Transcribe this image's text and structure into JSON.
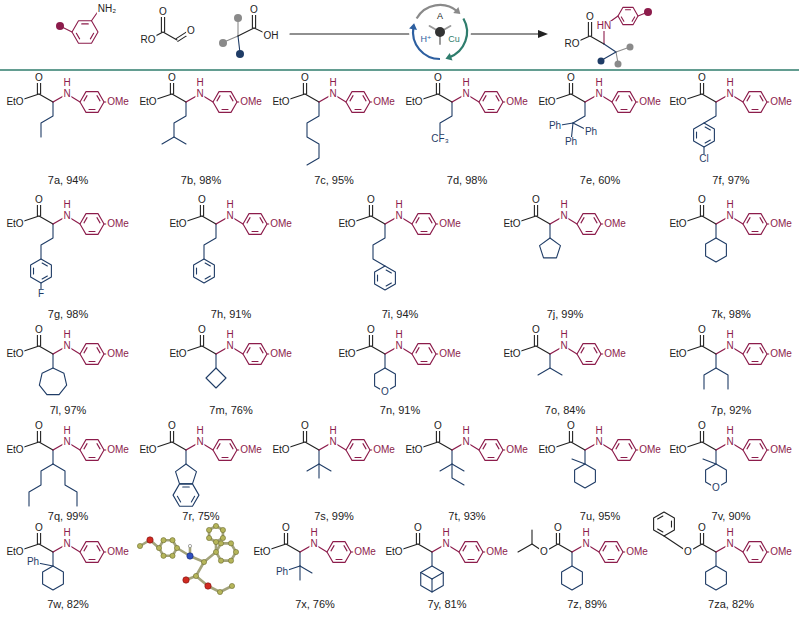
{
  "diagram": {
    "labels": [
      "NH₂",
      "RO",
      "O",
      "O",
      "O",
      "OH",
      "A",
      "H⁺",
      "Cu",
      "RO",
      "O",
      "HN",
      "O",
      "EtO",
      "H",
      "N",
      "OMe",
      "7a, 94%",
      "O",
      "EtO",
      "H",
      "N",
      "OMe",
      "7b, 98%",
      "O",
      "EtO",
      "H",
      "N",
      "OMe",
      "7c, 95%",
      "O",
      "EtO",
      "H",
      "N",
      "OMe",
      "CF₃",
      "7d, 98%",
      "O",
      "EtO",
      "H",
      "N",
      "OMe",
      "Ph",
      "Ph",
      "Ph",
      "7e, 60%",
      "O",
      "EtO",
      "H",
      "N",
      "OMe",
      "Cl",
      "7f, 97%",
      "O",
      "EtO",
      "H",
      "N",
      "OMe",
      "F",
      "7g, 98%",
      "O",
      "EtO",
      "H",
      "N",
      "OMe",
      "7h, 91%",
      "O",
      "EtO",
      "H",
      "N",
      "OMe",
      "7i, 94%",
      "O",
      "EtO",
      "H",
      "N",
      "OMe",
      "7j, 99%",
      "O",
      "EtO",
      "H",
      "N",
      "OMe",
      "7k, 98%",
      "O",
      "EtO",
      "H",
      "N",
      "OMe",
      "7l, 97%",
      "O",
      "EtO",
      "H",
      "N",
      "OMe",
      "7m, 76%",
      "O",
      "EtO",
      "H",
      "N",
      "OMe",
      "O",
      "7n, 91%",
      "O",
      "EtO",
      "H",
      "N",
      "OMe",
      "7o, 84%",
      "O",
      "EtO",
      "H",
      "N",
      "OMe",
      "7p, 92%",
      "O",
      "EtO",
      "H",
      "N",
      "OMe",
      "7q, 99%",
      "O",
      "EtO",
      "H",
      "N",
      "OMe",
      "7r, 75%",
      "O",
      "EtO",
      "H",
      "N",
      "OMe",
      "7s, 99%",
      "O",
      "EtO",
      "H",
      "N",
      "OMe",
      "7t, 93%",
      "O",
      "EtO",
      "H",
      "N",
      "OMe",
      "7u, 95%",
      "O",
      "EtO",
      "H",
      "N",
      "OMe",
      "O",
      "7v, 90%",
      "O",
      "EtO",
      "H",
      "N",
      "OMe",
      "Ph",
      "7w, 82%",
      "O",
      "EtO",
      "H",
      "N",
      "OMe",
      "Ph",
      "7x, 76%",
      "O",
      "EtO",
      "H",
      "N",
      "OMe",
      "7y, 81%",
      "O",
      "O",
      "H",
      "N",
      "OMe",
      "7z, 89%",
      "O",
      "O",
      "H",
      "N",
      "OMe",
      "7za, 82%"
    ]
  }
}
